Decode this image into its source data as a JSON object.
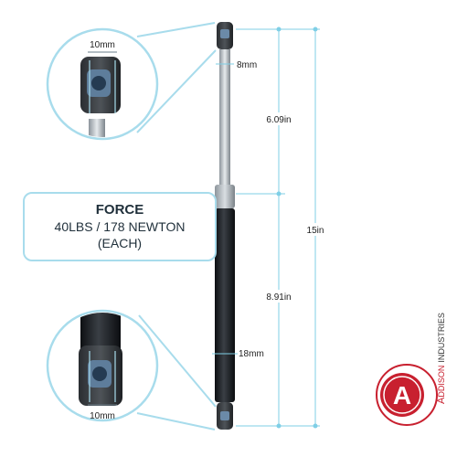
{
  "labels": {
    "top_eye_width": "10mm",
    "bottom_eye_width": "10mm",
    "rod_diameter": "8mm",
    "body_diameter": "18mm",
    "upper_length": "6.09in",
    "lower_length": "8.91in",
    "total_length": "15in"
  },
  "force": {
    "title": "FORCE",
    "value": "40LBS / 178 NEWTON",
    "note": "(EACH)"
  },
  "brand": {
    "letter": "A",
    "name_first": "A",
    "name_rest": "DDISON",
    "name_second": "INDUSTRIES",
    "accent_color": "#c8202f"
  },
  "colors": {
    "dimension_line": "#7fcfe6",
    "strut_body": "#15181c",
    "rod": "#a9b0b6"
  }
}
